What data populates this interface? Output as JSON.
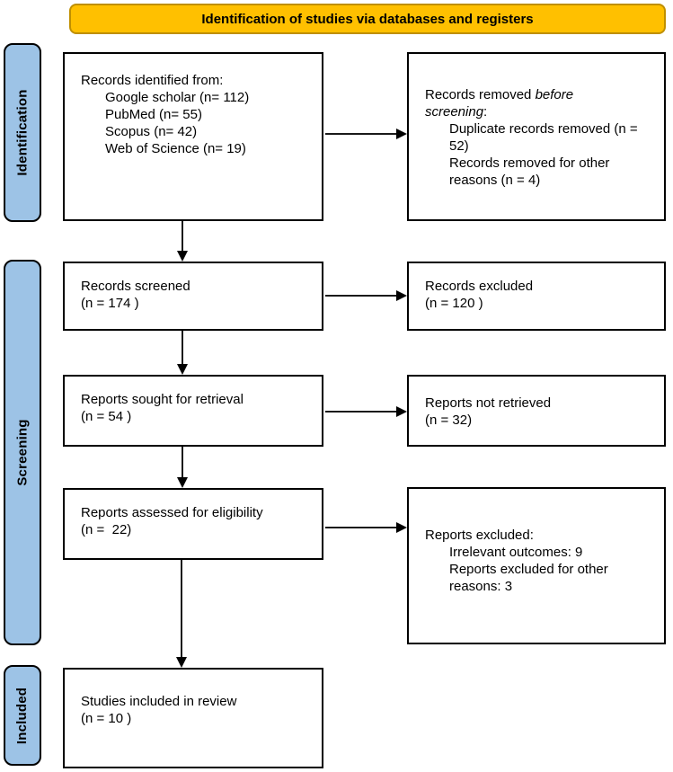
{
  "banner": {
    "label": "Identification of studies via databases and registers"
  },
  "sidebar": {
    "identification": "Identification",
    "screening": "Screening",
    "included": "Included"
  },
  "boxes": {
    "identified": {
      "title": "Records identified from:",
      "items": [
        "Google scholar (n= 112)",
        "PubMed (n= 55)",
        "Scopus (n= 42)",
        "Web of Science (n= 19)"
      ]
    },
    "removed": {
      "title_prefix": "Records removed ",
      "title_italic": "before screening",
      "title_suffix": ":",
      "items": [
        "Duplicate records removed (n = 52)",
        "Records removed for other reasons (n = 4)"
      ]
    },
    "screened": {
      "line1": "Records screened",
      "line2": "(n = 174 )"
    },
    "records_excluded": {
      "line1": "Records excluded",
      "line2": "(n = 120 )"
    },
    "sought": {
      "line1": "Reports sought for retrieval",
      "line2": "(n = 54 )"
    },
    "not_retrieved": {
      "line1": "Reports not retrieved",
      "line2": "(n = 32)"
    },
    "assessed": {
      "line1": "Reports assessed for eligibility",
      "line2": "(n =  22)"
    },
    "reports_excluded": {
      "title": "Reports excluded:",
      "items": [
        "Irrelevant outcomes: 9",
        "Reports excluded for other reasons: 3"
      ]
    },
    "included_studies": {
      "line1": "Studies included in review",
      "line2": "(n = 10 )"
    }
  },
  "colors": {
    "banner_fill": "#FFC000",
    "banner_border": "#BF8F00",
    "sidebar_fill": "#9DC3E6",
    "box_border": "#000000",
    "arrow": "#1a1a1a"
  }
}
